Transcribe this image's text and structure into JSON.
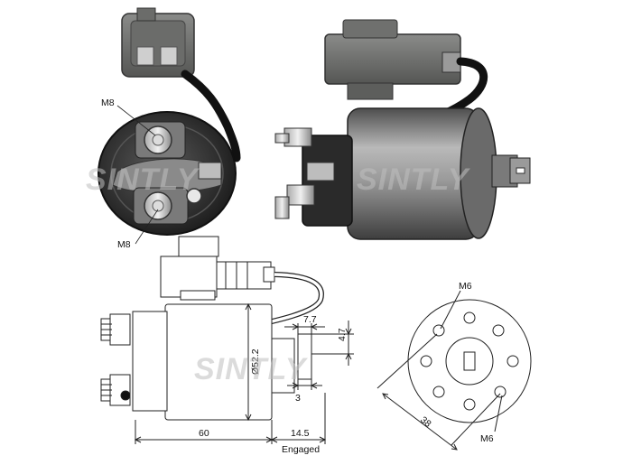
{
  "watermark": "SINTLY",
  "labels": {
    "m8_top": "M8",
    "m8_bottom": "M8",
    "m6_top": "M6",
    "m6_bottom": "M6",
    "dim_77": "7.7",
    "dim_47": "4.7",
    "dim_diam": "Ø52.2",
    "dim_3": "3",
    "dim_38": "38",
    "dim_60": "60",
    "dim_145": "14.5",
    "engaged": "Engaged"
  },
  "colors": {
    "body_metal": "#8a8a8a",
    "dark_metal": "#3a3a3a",
    "connector": "#6f706e",
    "line": "#222222",
    "watermark": "#bfbfbf",
    "accent": "#e05050"
  }
}
